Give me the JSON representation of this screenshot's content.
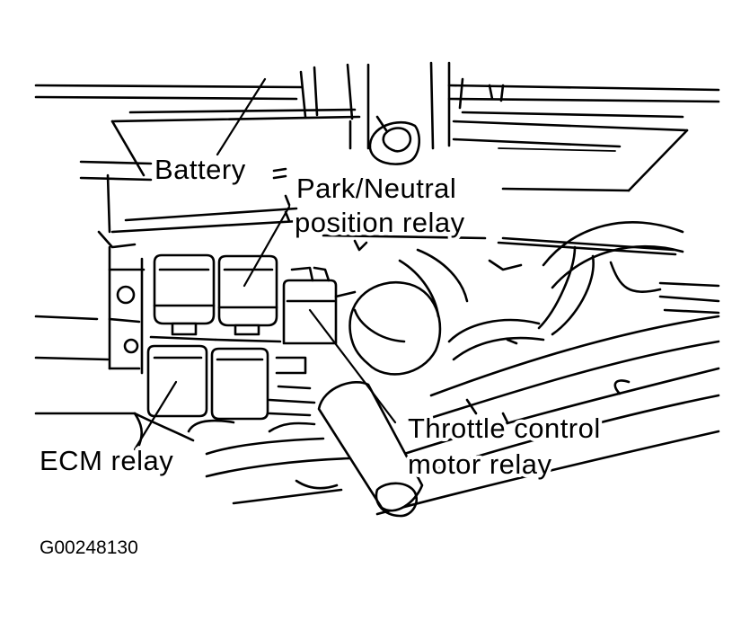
{
  "labels": {
    "battery": "Battery",
    "park_neutral_line1": "Park/Neutral",
    "park_neutral_line2": "position relay",
    "throttle_line1": "Throttle control",
    "throttle_line2": "motor relay",
    "ecm": "ECM relay"
  },
  "figure_id": "G00248130"
}
